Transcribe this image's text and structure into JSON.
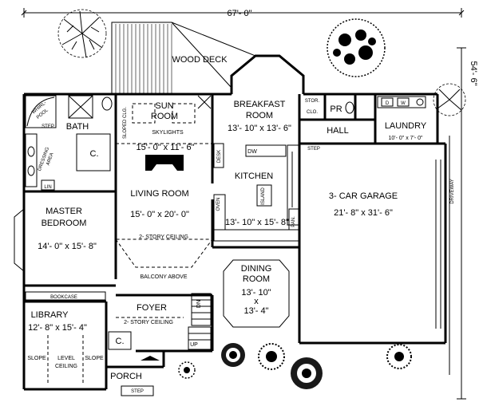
{
  "overall": {
    "width_dim": "67'- 0\"",
    "depth_dim": "54'- 6\""
  },
  "exterior": {
    "deck": "WOOD DECK",
    "driveway": "DRIVEWAY",
    "porch": "PORCH",
    "step": "STEP"
  },
  "rooms": {
    "sun_room": {
      "name_line1": "SUN",
      "name_line2": "ROOM",
      "note": "SKYLIGHTS",
      "size": "15'- 0\" x 11'- 6\""
    },
    "breakfast": {
      "name_line1": "BREAKFAST",
      "name_line2": "ROOM",
      "size": "13'- 10\" x 13'- 6\""
    },
    "kitchen": {
      "name": "KITCHEN",
      "size": "13'- 10\" x 15'- 8\""
    },
    "living": {
      "name": "LIVING ROOM",
      "size": "15'- 0\" x 20'- 0\"",
      "ceiling": "2- STORY CEILING",
      "balcony": "BALCONY ABOVE"
    },
    "master": {
      "name_line1": "MASTER",
      "name_line2": "BEDROOM",
      "size": "14'- 0\" x 15'- 8\""
    },
    "garage": {
      "name": "3- CAR GARAGE",
      "size": "21'- 8\" x 31'- 6\""
    },
    "dining": {
      "name_line1": "DINING",
      "name_line2": "ROOM",
      "size_line1": "13'- 10\"",
      "size_x": "x",
      "size_line2": "13'- 4\""
    },
    "library": {
      "name": "LIBRARY",
      "size": "12'- 8\" x 15'- 4\"",
      "left": "SLOPE",
      "center_line1": "LEVEL",
      "center_line2": "CEILING",
      "right": "SLOPE",
      "bookcase": "BOOKCASE"
    },
    "foyer": {
      "name": "FOYER",
      "ceiling": "2- STORY CEILING"
    },
    "laundry": {
      "name": "LAUNDRY",
      "size": "10'- 0\" x 7'- 0\""
    },
    "hall": {
      "name": "HALL"
    },
    "bath": {
      "name": "BATH"
    }
  },
  "fixtures": {
    "whirlpool_1": "WHIRL-",
    "whirlpool_2": "POOL",
    "dressing_1": "DRESSING",
    "dressing_2": "AREA",
    "closet_c": "C.",
    "closet_c2": "C.",
    "lin": "LIN",
    "sloped_clg": "SLOPED CLG.",
    "desk": "DESK",
    "dw": "DW",
    "island": "ISLAND",
    "oven": "OVEN",
    "pan": "PAN.",
    "stor": "STOR.",
    "clo": "CLO.",
    "pr": "PR",
    "d": "D",
    "w": "W",
    "step_bath": "STEP",
    "step_garage": "STEP",
    "dn": "DN",
    "up": "UP"
  }
}
